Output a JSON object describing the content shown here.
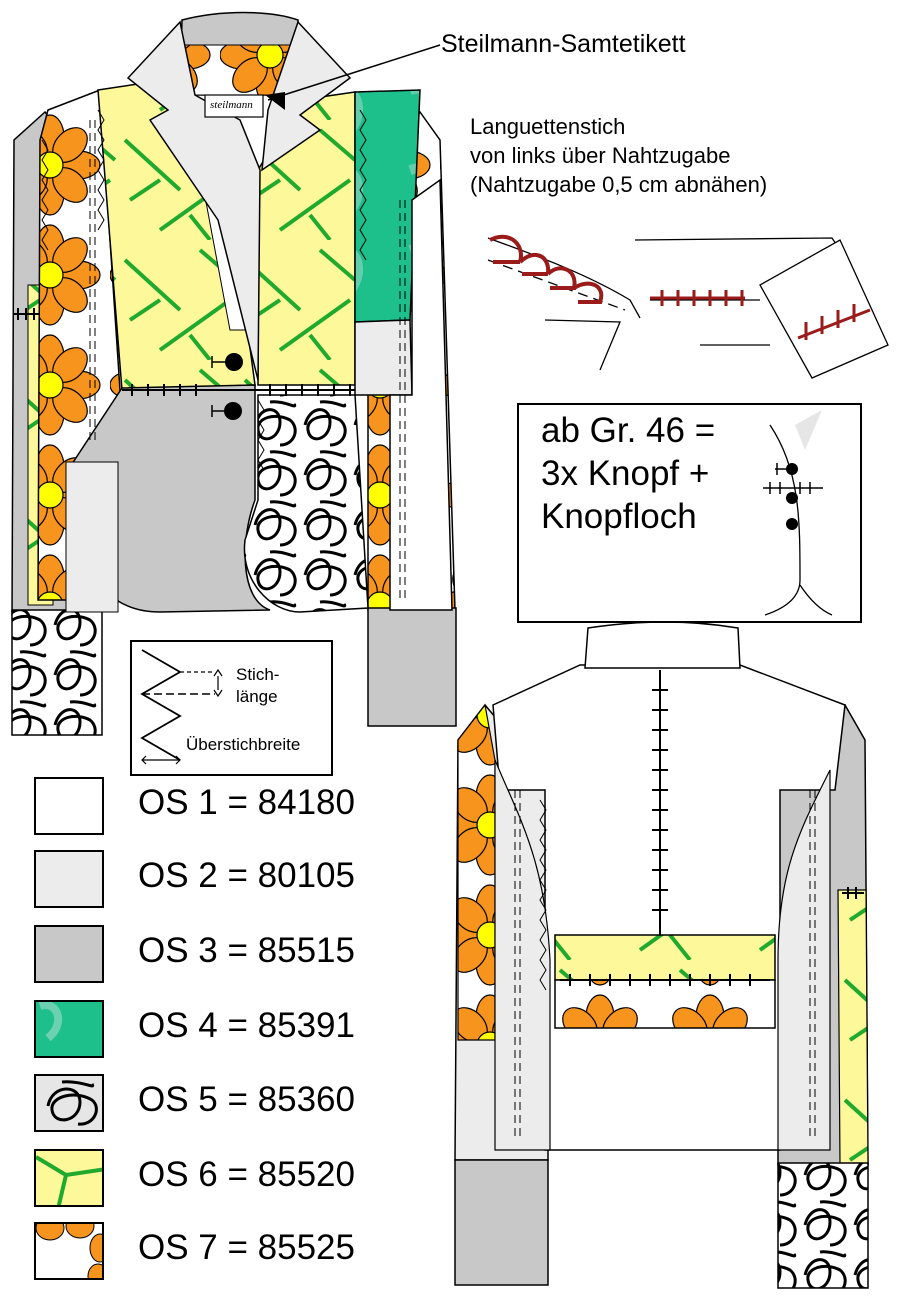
{
  "labels": {
    "velvet_label": "Steilmann-Samtetikett",
    "stitch_line1": "Languettenstich",
    "stitch_line2": "von links über Nahtzugabe",
    "stitch_line3": "(Nahtzugabe 0,5 cm abnähen)",
    "tag_text": "steilmann"
  },
  "info_box": {
    "line1": "ab Gr. 46 =",
    "line2": "3x Knopf +",
    "line3": "Knopfloch"
  },
  "stitch_box": {
    "length_line1": "Stich-",
    "length_line2": "länge",
    "width_label": "Überstichbreite"
  },
  "legend": [
    {
      "label": "OS 1 = 84180",
      "color": "#ffffff",
      "pattern": "plain"
    },
    {
      "label": "OS 2 = 80105",
      "color": "#ececec",
      "pattern": "plain"
    },
    {
      "label": "OS 3 = 85515",
      "color": "#c8c8c8",
      "pattern": "plain"
    },
    {
      "label": "OS 4 = 85391",
      "color": "#1dbf8b",
      "pattern": "teal"
    },
    {
      "label": "OS 5 = 85360",
      "color": "#e6e6e6",
      "pattern": "scribble"
    },
    {
      "label": "OS 6 = 85520",
      "color": "#fdf99a",
      "pattern": "lines"
    },
    {
      "label": "OS 7 = 85525",
      "color": "#ffffff",
      "pattern": "flowers"
    }
  ],
  "colors": {
    "orange": "#f7941d",
    "yellow_center": "#ffff00",
    "pale_yellow": "#fdf99a",
    "green_line": "#1faa2e",
    "teal": "#1dbf8b",
    "dark_red": "#9b1b1b"
  }
}
